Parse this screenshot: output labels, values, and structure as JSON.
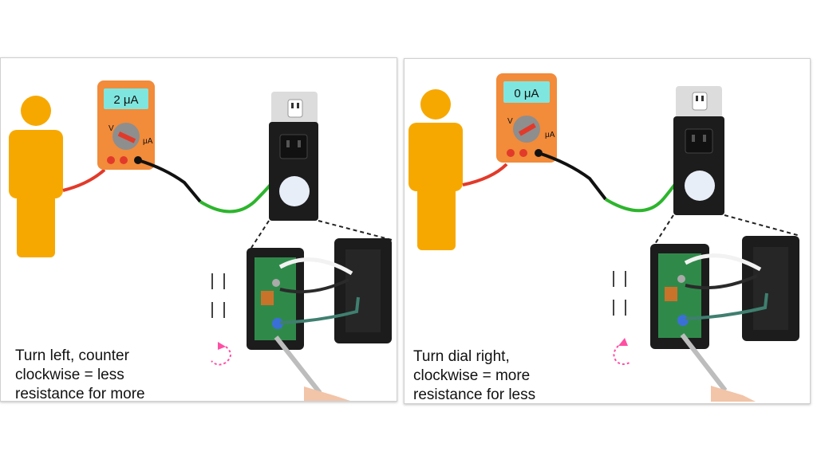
{
  "panels": [
    {
      "id": "left",
      "meter_reading": "2 μA",
      "meter_volt_label": "V",
      "meter_current_label": "μA",
      "caption": "Turn left, counter\nclockwise = less\nresistance for more\ncurrent.",
      "rotation_direction": "counter-clockwise"
    },
    {
      "id": "right",
      "meter_reading": "0 μA",
      "meter_volt_label": "V",
      "meter_current_label": "μA",
      "caption": "Turn dial right,\nclockwise = more\nresistance for less\ncurrent.",
      "rotation_direction": "clockwise"
    }
  ],
  "colors": {
    "person": "#f7a800",
    "meter_body": "#f28b3a",
    "meter_display": "#7fe6df",
    "probe_red": "#e23a2a",
    "wire_black": "#111111",
    "wire_green": "#2db52d",
    "device_body": "#1c1c1c",
    "pcb": "#2f8a4a",
    "arrow_pink": "#ff4fa3"
  }
}
